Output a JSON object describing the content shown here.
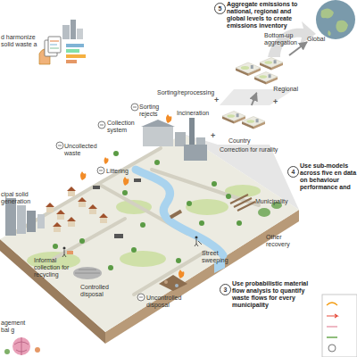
{
  "diagram": {
    "nodes": [
      {
        "text": [
          "Global"
        ]
      },
      {
        "text": [
          "Regional"
        ]
      },
      {
        "text": [
          "Country"
        ]
      }
    ],
    "edges": [
      {
        "from": 2,
        "to": 1,
        "arrow": "to"
      },
      {
        "from": 1,
        "to": 0,
        "arrow": "to"
      }
    ],
    "labels": [
      "d harmonize solid waste a",
      "5",
      "Aggregate emissions to national, regional and global levels to create emissions inventory",
      "Bottom-up aggregation",
      "+",
      "+",
      "+",
      "Sorting/reprocessing",
      "Incineration",
      "Collection system",
      "Sorting rejects",
      "Correction for rurality",
      "Municipality",
      "Uncollected waste",
      "Littering",
      "cipal solid generation",
      "Street sweeping",
      "Other recovery",
      "4",
      "Use sub-models across five en data on behaviour performance and",
      "Informal collection for recycling",
      "Controlled disposal",
      "Uncontrolled disposal",
      "3",
      "Use probabilistic material flow analysis to quantify waste flows for every municipality",
      "agement bal g"
    ]
  }
}
